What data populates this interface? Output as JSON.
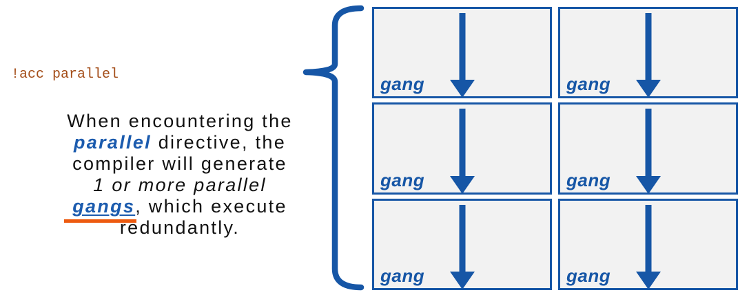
{
  "colors": {
    "blue": "#1656A6",
    "text_blue": "#1B5BAE",
    "orange": "#ED5A0F",
    "brown": "#A34C17",
    "box_fill": "#F2F2F2",
    "ink": "#111111",
    "background": "#FFFFFF"
  },
  "code_label": "!acc parallel",
  "description": {
    "full_text": "When encountering the parallel directive, the compiler will generate 1 or more parallel gangs, which execute redundantly.",
    "lines": [
      [
        {
          "text": "When encountering the",
          "style": "n",
          "name": "text-segment"
        }
      ],
      [
        {
          "text": "parallel",
          "style": "bib",
          "name": "parallel-keyword"
        },
        {
          "text": " directive, the",
          "style": "n",
          "name": "text-segment"
        }
      ],
      [
        {
          "text": "compiler will generate",
          "style": "n",
          "name": "text-segment"
        }
      ],
      [
        {
          "text": "1 or more parallel",
          "style": "i",
          "name": "text-segment-italic"
        }
      ],
      [
        {
          "text": "gangs",
          "style": "bibu",
          "name": "gangs-keyword"
        },
        {
          "text": ", which execute",
          "style": "n",
          "name": "text-segment"
        }
      ],
      [
        {
          "text": "redundantly.",
          "style": "n",
          "name": "text-segment"
        }
      ]
    ]
  },
  "brace": {
    "shape": "left-curly-brace"
  },
  "grid": {
    "rows": 3,
    "cols": 2,
    "cell_label": "gang",
    "cell_icon": "down-arrow"
  }
}
